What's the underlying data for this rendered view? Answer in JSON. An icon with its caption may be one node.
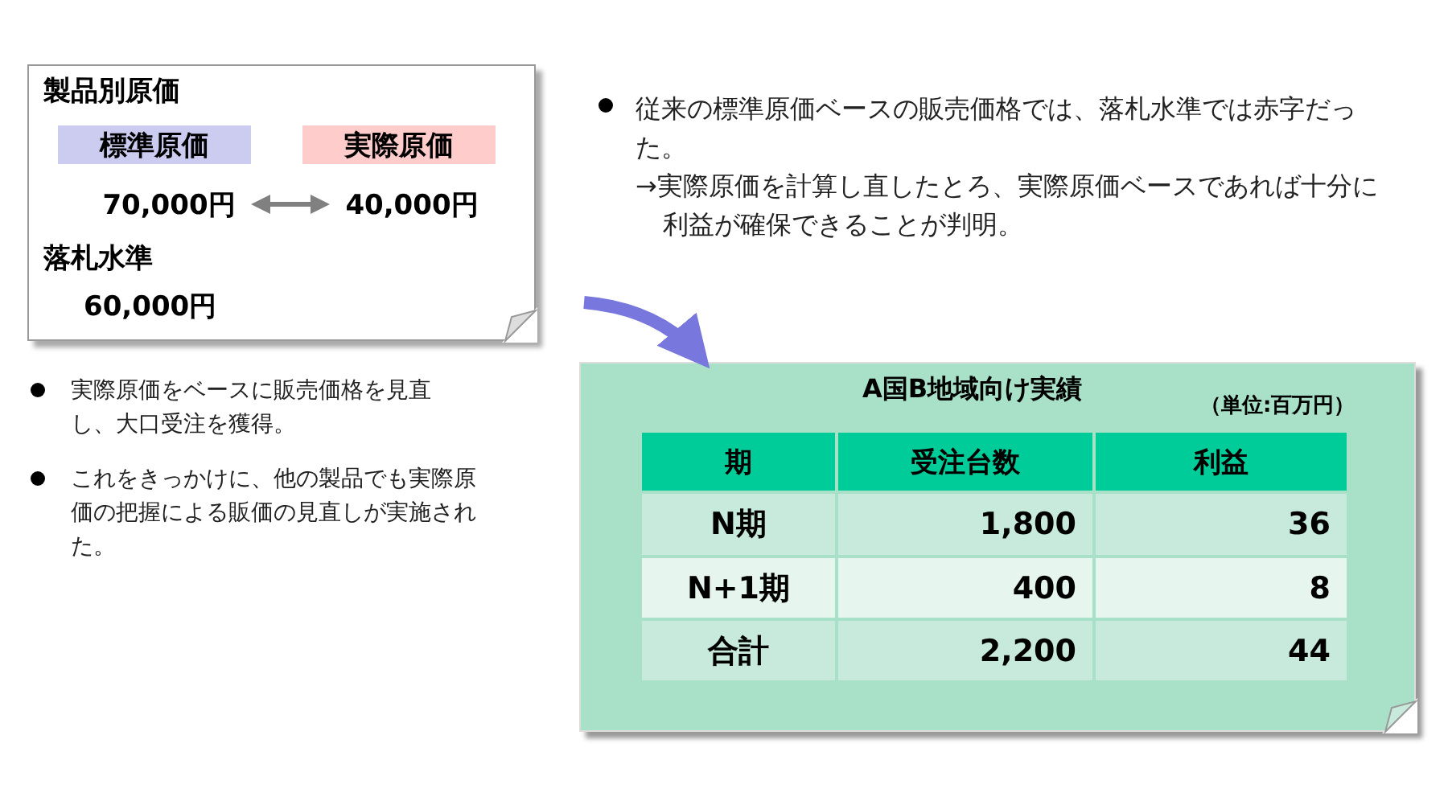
{
  "diagram": {
    "nodes": [
      {
        "text": [
          "製品別原価",
          "落札水準",
          "60,000円"
        ]
      },
      {
        "text": [
          "標準原価"
        ],
        "in": 0
      },
      {
        "text": [
          "実際原価"
        ],
        "in": 0
      },
      {
        "text": [
          "70,000円"
        ],
        "in": 0
      },
      {
        "text": [
          "40,000円"
        ],
        "in": 0
      },
      {
        "text": [
          "A国B地域向け実績",
          "（単位:百万円）"
        ]
      }
    ],
    "edges": [
      {
        "from": 3,
        "to": 4,
        "arrow": "both",
        "color": "#808080"
      },
      {
        "from": null,
        "to": 5,
        "arrow": "to",
        "style": "thick",
        "color": "#7777dd"
      }
    ],
    "labels": [
      "従来の標準原価ベースの販売価格では、落札水準では赤字だった。",
      "→実際原価を計算し直したとろ、実際原価ベースであれば十分に利益が確保できることが判明。",
      "実際原価をベースに販売価格を見直し、大口受注を獲得。",
      "これをきっかけに、他の製品でも実際原価の把握による販価の見直しが実施された。",
      "期",
      "受注台数",
      "利益",
      "N期",
      "1,800",
      "36",
      "N+1期",
      "400",
      "8",
      "合計",
      "2,200",
      "44"
    ]
  }
}
